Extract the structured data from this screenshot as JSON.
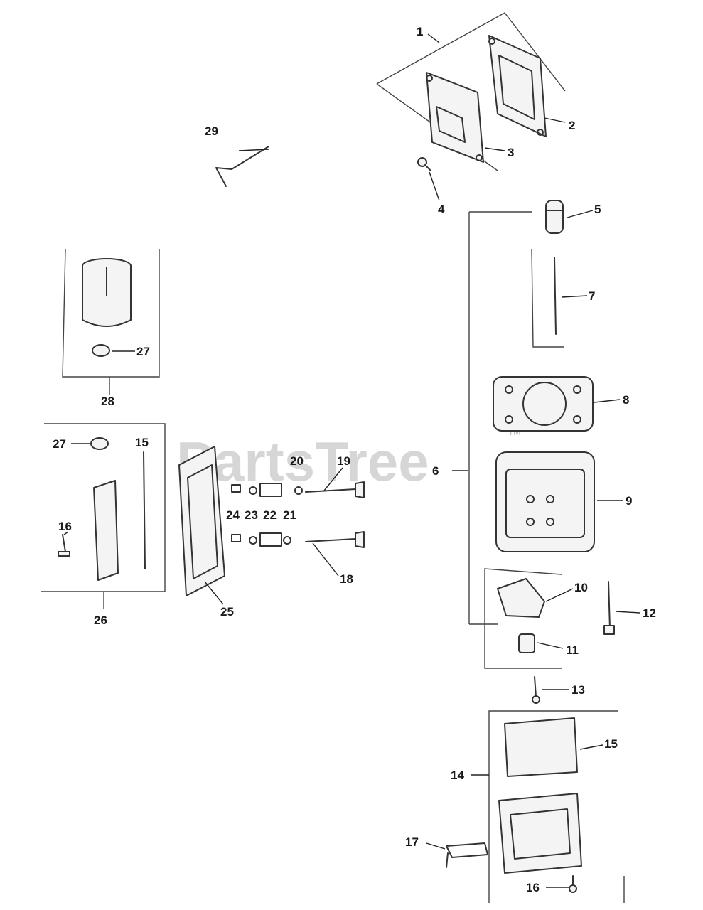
{
  "watermark": {
    "text": "PartsTree",
    "trademark": "TM"
  },
  "callouts": {
    "c1": "1",
    "c2": "2",
    "c3": "3",
    "c4": "4",
    "c5": "5",
    "c6": "6",
    "c7": "7",
    "c8": "8",
    "c9": "9",
    "c10": "10",
    "c11": "11",
    "c12": "12",
    "c13": "13",
    "c14": "14",
    "c15a": "15",
    "c15b": "15",
    "c16a": "16",
    "c16b": "16",
    "c17": "17",
    "c18": "18",
    "c19": "19",
    "c20": "20",
    "c21": "21",
    "c22": "22",
    "c23": "23",
    "c24": "24",
    "c25": "25",
    "c26": "26",
    "c27a": "27",
    "c27b": "27",
    "c28": "28",
    "c29": "29"
  }
}
